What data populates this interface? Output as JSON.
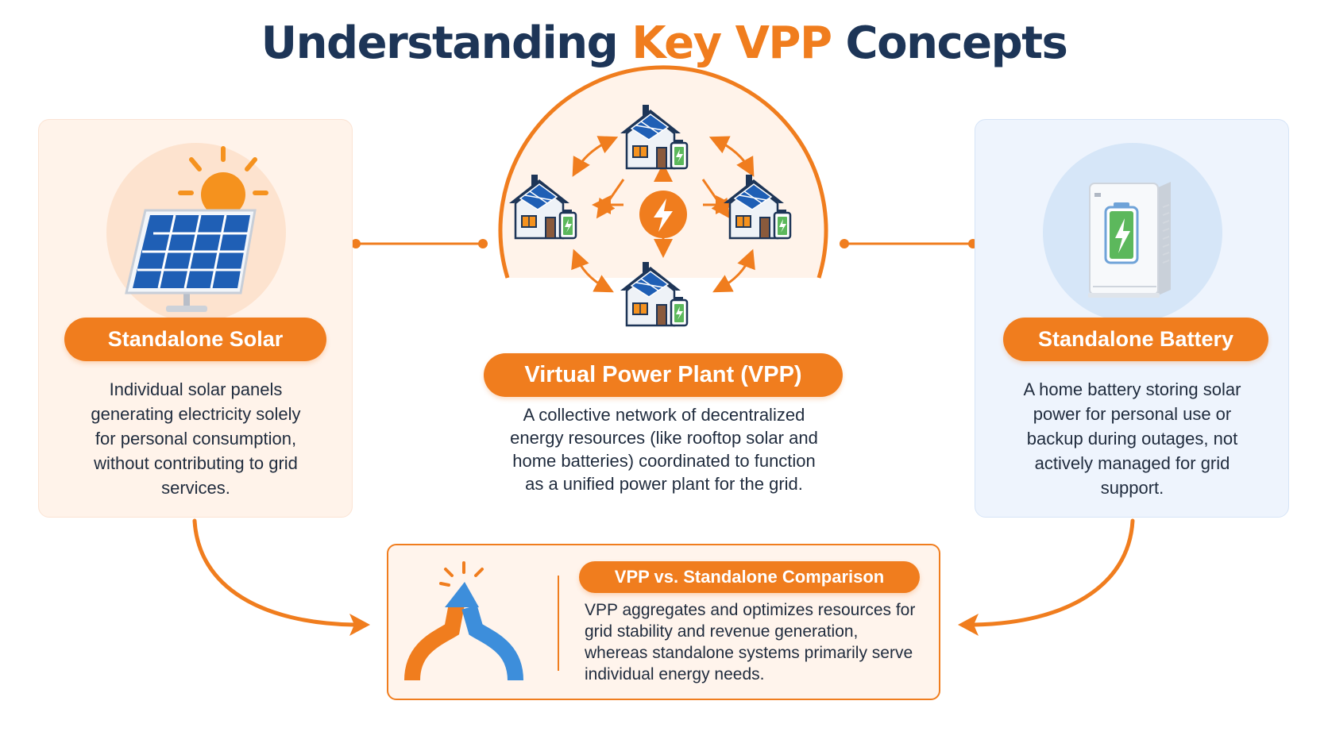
{
  "title": {
    "part1": "Understanding ",
    "accent": "Key VPP",
    "part2": " Concepts"
  },
  "solar": {
    "label": "Standalone Solar",
    "description": "Individual solar panels generating electricity solely for personal consumption, without contributing to grid services.",
    "icon": "solar-panel-icon"
  },
  "vpp": {
    "label": "Virtual Power Plant (VPP)",
    "description": "A collective network of decentralized energy resources (like rooftop solar and home batteries) coordinated to function as a unified power plant for the grid.",
    "icon": "house-network-icon"
  },
  "battery": {
    "label": "Standalone Battery",
    "description": "A home battery storing solar power for personal use or backup during outages, not actively managed for grid support.",
    "icon": "home-battery-icon"
  },
  "comparison": {
    "label": "VPP vs. Standalone Comparison",
    "description": "VPP aggregates and optimizes resources for grid stability and revenue generation, whereas standalone systems primarily serve individual energy needs.",
    "icon": "merging-arrows-icon"
  },
  "colors": {
    "accent": "#f07d1e",
    "navy": "#1d3557",
    "blue": "#3d8edb",
    "green": "#5cb85c"
  }
}
